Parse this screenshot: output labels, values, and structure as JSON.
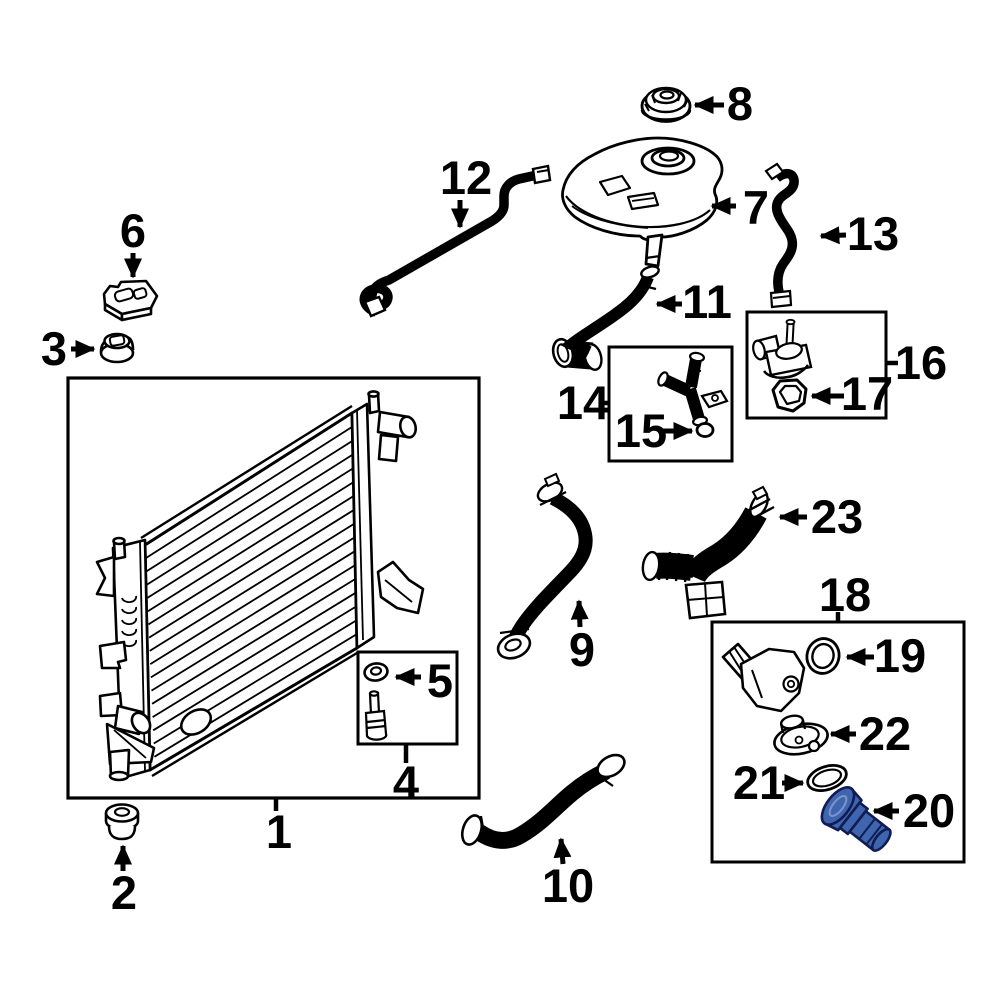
{
  "diagram": {
    "type": "exploded-parts-diagram",
    "subject": "engine-cooling-radiator-and-hoses",
    "background": "#ffffff",
    "line_color": "#000000",
    "highlight": {
      "fill": "#4065af",
      "stroke": "#101c54",
      "light": "#7b94cc",
      "applies_to_callout": "20"
    },
    "callouts": [
      {
        "number": "1",
        "part": "radiator-assembly"
      },
      {
        "number": "2",
        "part": "radiator-lower-grommet"
      },
      {
        "number": "3",
        "part": "radiator-upper-grommet"
      },
      {
        "number": "4",
        "part": "mounting-bolt-kit"
      },
      {
        "number": "5",
        "part": "washer"
      },
      {
        "number": "6",
        "part": "mount-bracket"
      },
      {
        "number": "7",
        "part": "coolant-reservoir-tank"
      },
      {
        "number": "8",
        "part": "reservoir-cap"
      },
      {
        "number": "9",
        "part": "upper-radiator-hose"
      },
      {
        "number": "10",
        "part": "lower-radiator-hose"
      },
      {
        "number": "11",
        "part": "reservoir-return-hose"
      },
      {
        "number": "12",
        "part": "overflow-hose"
      },
      {
        "number": "13",
        "part": "bleed-hose"
      },
      {
        "number": "14",
        "part": "connector-hose-kit"
      },
      {
        "number": "15",
        "part": "small-o-ring"
      },
      {
        "number": "16",
        "part": "sensor-kit"
      },
      {
        "number": "17",
        "part": "sensor-grommet"
      },
      {
        "number": "18",
        "part": "thermostat-housing-kit"
      },
      {
        "number": "19",
        "part": "housing-o-ring"
      },
      {
        "number": "20",
        "part": "water-outlet-highlighted"
      },
      {
        "number": "21",
        "part": "thermostat-gasket"
      },
      {
        "number": "22",
        "part": "thermostat"
      },
      {
        "number": "23",
        "part": "water-inlet-connector-hose"
      }
    ]
  }
}
